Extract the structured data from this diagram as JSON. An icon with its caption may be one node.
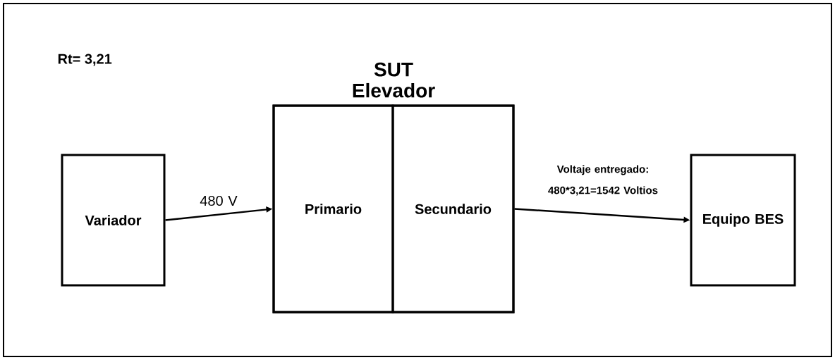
{
  "diagram": {
    "nodes": [
      {
        "text": [
          "Variador"
        ]
      },
      {
        "text": [
          "SUT Elevador"
        ]
      },
      {
        "text": [
          "Primario"
        ],
        "in": 1
      },
      {
        "text": [
          "Secundario"
        ],
        "in": 1
      },
      {
        "text": [
          "Equipo BES"
        ]
      }
    ],
    "edges": [
      {
        "from": 0,
        "to": 2,
        "arrow": "to",
        "label": "480 V"
      },
      {
        "from": 3,
        "to": 4,
        "arrow": "to",
        "label": "Voltaje entregado: 480*3,21=1542 Voltios"
      }
    ],
    "labels": [
      "Rt= 3,21"
    ]
  }
}
